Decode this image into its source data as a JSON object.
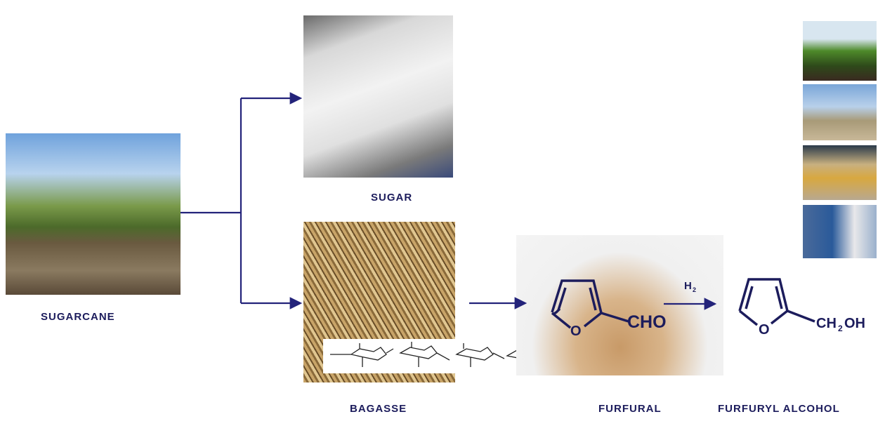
{
  "labels": {
    "sugarcane": "SUGARCANE",
    "sugar": "SUGAR",
    "bagasse": "BAGASSE",
    "furfural": "FURFURAL",
    "furfuryl_alcohol": "FURFURYL ALCOHOL"
  },
  "chemistry": {
    "furfural_group": "CHO",
    "furfural_ring_atom": "O",
    "reagent": "H",
    "reagent_subscript": "2",
    "alcohol_group_a": "CH",
    "alcohol_group_sub": "2",
    "alcohol_group_b": "OH",
    "alcohol_ring_atom": "O"
  },
  "colors": {
    "arrow": "#23237a",
    "label": "#1c1c5c"
  }
}
